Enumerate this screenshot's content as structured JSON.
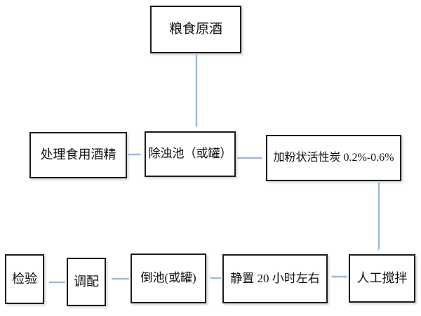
{
  "diagram": {
    "type": "flowchart",
    "nodes": {
      "grain": {
        "label": "粮食原酒"
      },
      "alcohol": {
        "label": "处理食用酒精"
      },
      "turbidity": {
        "label": "除浊池（或罐）"
      },
      "carbon": {
        "label": "加粉状活性炭 0.2%-0.6%"
      },
      "stir": {
        "label": "人工搅拌"
      },
      "rest": {
        "label": "静置 20 小时左右"
      },
      "pour": {
        "label": "倒池(或罐)"
      },
      "blend": {
        "label": "调配"
      },
      "inspect": {
        "label": "检验"
      }
    },
    "edges": [
      {
        "from": "grain",
        "to": "turbidity",
        "direction": "down"
      },
      {
        "from": "alcohol",
        "to": "turbidity",
        "direction": "right"
      },
      {
        "from": "turbidity",
        "to": "carbon",
        "direction": "right"
      },
      {
        "from": "carbon",
        "to": "stir",
        "direction": "down"
      },
      {
        "from": "stir",
        "to": "rest",
        "direction": "left"
      },
      {
        "from": "rest",
        "to": "pour",
        "direction": "left"
      },
      {
        "from": "pour",
        "to": "blend",
        "direction": "left"
      },
      {
        "from": "blend",
        "to": "inspect",
        "direction": "left"
      }
    ],
    "colors": {
      "arrow": "#9dbcdc",
      "box_border": "#1c1c1c",
      "box_fill": "#ffffff",
      "text": "#111111",
      "background": "#ffffff"
    }
  }
}
